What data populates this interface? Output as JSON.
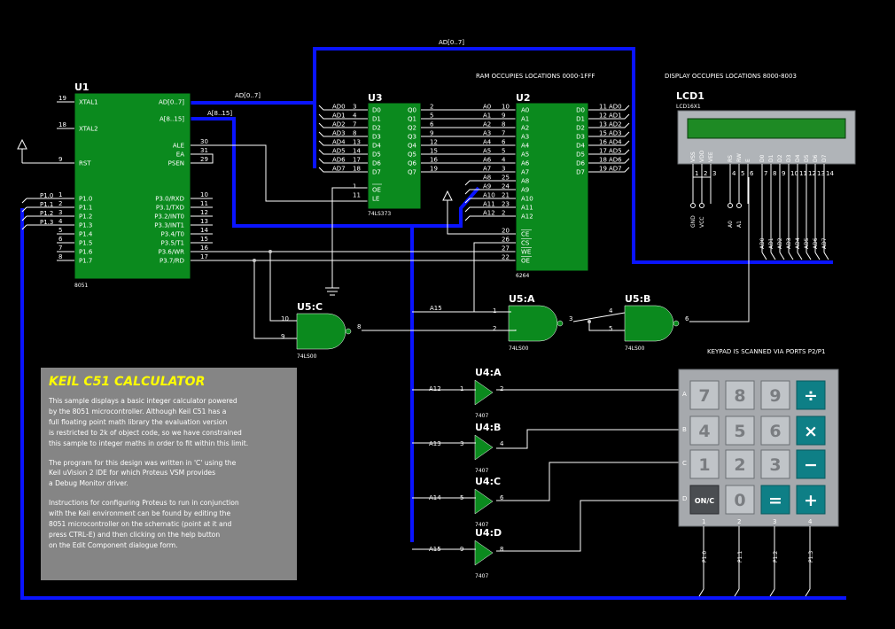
{
  "colors": {
    "background": "#000000",
    "chip": "#0b8a1e",
    "bus": "#0a14ff",
    "panel": "#858585",
    "title": "#ffff00",
    "lcd_screen": "#1e8a24",
    "keypad_bg": "#a6a9ad"
  },
  "notes": {
    "ram": "RAM OCCUPIES  LOCATIONS 0000-1FFF",
    "display": "DISPLAY OCCUPIES  LOCATIONS 8000-8003",
    "keypad": "KEYPAD IS SCANNED VIA PORTS P2/P1"
  },
  "buses": {
    "ad_top": "AD[0..7]",
    "ad_u1": "AD[0..7]",
    "a_u1": "A[8..15]"
  },
  "u1": {
    "ref": "U1",
    "part": "8051",
    "left_pins": [
      "XTAL1",
      "XTAL2",
      "RST",
      "P1.0",
      "P1.1",
      "P1.2",
      "P1.3",
      "P1.4",
      "P1.5",
      "P1.6",
      "P1.7"
    ],
    "left_nums": [
      "19",
      "18",
      "9",
      "1",
      "2",
      "3",
      "4",
      "5",
      "6",
      "7",
      "8"
    ],
    "right_pins": [
      "AD[0..7]",
      "A[8..15]",
      "ALE",
      "EA",
      "PSEN",
      "P3.0/RXD",
      "P3.1/TXD",
      "P3.2/INT0",
      "P3.3/INT1",
      "P3.4/T0",
      "P3.5/T1",
      "P3.6/WR",
      "P3.7/RD"
    ],
    "right_nums": [
      "30",
      "31",
      "29",
      "10",
      "11",
      "12",
      "13",
      "14",
      "15",
      "16",
      "17"
    ],
    "port_labels": [
      "P1.0",
      "P1.1",
      "P1.2",
      "P1.3"
    ]
  },
  "u3": {
    "ref": "U3",
    "part": "74LS373",
    "in_pins": [
      "D0",
      "D1",
      "D2",
      "D3",
      "D4",
      "D5",
      "D6",
      "D7"
    ],
    "in_nums": [
      "3",
      "4",
      "7",
      "8",
      "13",
      "14",
      "17",
      "18"
    ],
    "out_pins": [
      "Q0",
      "Q1",
      "Q2",
      "Q3",
      "Q4",
      "Q5",
      "Q6",
      "Q7"
    ],
    "out_nums": [
      "2",
      "5",
      "6",
      "9",
      "12",
      "15",
      "16",
      "19"
    ],
    "ctrl_pins": [
      "OE",
      "LE"
    ],
    "ctrl_nums": [
      "1",
      "11"
    ],
    "nets": [
      "AD0",
      "AD1",
      "AD2",
      "AD3",
      "AD4",
      "AD5",
      "AD6",
      "AD7"
    ]
  },
  "u2": {
    "ref": "U2",
    "part": "6264",
    "a_pins": [
      "A0",
      "A1",
      "A2",
      "A3",
      "A4",
      "A5",
      "A6",
      "A7",
      "A8",
      "A9",
      "A10",
      "A11",
      "A12"
    ],
    "a_nums": [
      "10",
      "9",
      "8",
      "7",
      "6",
      "5",
      "4",
      "3",
      "25",
      "24",
      "21",
      "23",
      "2"
    ],
    "a_nets": [
      "A0",
      "A1",
      "A2",
      "A3",
      "A4",
      "A5",
      "A6",
      "A7",
      "A8",
      "A9",
      "A10",
      "A11",
      "A12"
    ],
    "ctrl_pins": [
      "CE",
      "CS",
      "WE",
      "OE"
    ],
    "ctrl_nums": [
      "20",
      "26",
      "27",
      "22"
    ],
    "d_pins": [
      "D0",
      "D1",
      "D2",
      "D3",
      "D4",
      "D5",
      "D6",
      "D7"
    ],
    "d_nums": [
      "11",
      "12",
      "13",
      "15",
      "16",
      "17",
      "18",
      "19"
    ],
    "d_nets": [
      "AD0",
      "AD1",
      "AD2",
      "AD3",
      "AD4",
      "AD5",
      "AD6",
      "AD7"
    ]
  },
  "lcd": {
    "ref": "LCD1",
    "part": "LCD16X1",
    "pins": [
      "VSS",
      "VDD",
      "VEE",
      "RS",
      "RW",
      "E",
      "D0",
      "D1",
      "D2",
      "D3",
      "D4",
      "D5",
      "D6",
      "D7"
    ],
    "nums": [
      "1",
      "2",
      "3",
      "4",
      "5",
      "6",
      "7",
      "8",
      "9",
      "10",
      "11",
      "12",
      "13",
      "14"
    ],
    "low_nets": [
      "GND",
      "VCC",
      "A0",
      "A1"
    ],
    "data_nets": [
      "AD0",
      "AD1",
      "AD2",
      "AD3",
      "AD4",
      "AD5",
      "AD6",
      "AD7"
    ]
  },
  "gates": {
    "u5c": {
      "ref": "U5:C",
      "part": "74LS00",
      "in1": "10",
      "in2": "9",
      "out": "8"
    },
    "u5a": {
      "ref": "U5:A",
      "part": "74LS00",
      "in1": "1",
      "in2": "2",
      "out": "3"
    },
    "u5b": {
      "ref": "U5:B",
      "part": "74LS00",
      "in1": "4",
      "in2": "5",
      "out": "6"
    },
    "u4a": {
      "ref": "U4:A",
      "part": "7407",
      "in": "1",
      "out": "2",
      "net": "A12"
    },
    "u4b": {
      "ref": "U4:B",
      "part": "7407",
      "in": "3",
      "out": "4",
      "net": "A13"
    },
    "u4c": {
      "ref": "U4:C",
      "part": "7407",
      "in": "5",
      "out": "6",
      "net": "A14"
    },
    "u4d": {
      "ref": "U4:D",
      "part": "7407",
      "in": "9",
      "out": "8",
      "net": "A15"
    },
    "a15_net": "A15"
  },
  "keypad": {
    "rows": [
      {
        "label": "A",
        "keys": [
          "7",
          "8",
          "9",
          "÷"
        ]
      },
      {
        "label": "B",
        "keys": [
          "4",
          "5",
          "6",
          "×"
        ]
      },
      {
        "label": "C",
        "keys": [
          "1",
          "2",
          "3",
          "−"
        ]
      },
      {
        "label": "D",
        "keys": [
          "ON/C",
          "0",
          "=",
          "+"
        ]
      }
    ],
    "col_nums": [
      "1",
      "2",
      "3",
      "4"
    ],
    "col_nets": [
      "P1.0",
      "P1.1",
      "P1.2",
      "P1.3"
    ]
  },
  "description": {
    "title": "KEIL C51 CALCULATOR",
    "paragraphs": [
      "This sample displays a basic integer calculator powered\nby the 8051 microcontroller. Although Keil C51 has a\nfull floating point math library the evaluation version\nis restricted to 2k of object code, so we have constrained\nthis sample to integer maths in order to fit within this limit.",
      "The program for this design was written in 'C' using the\nKeil uVision 2 IDE for which Proteus VSM provides\na Debug Monitor driver.",
      "Instructions for configuring Proteus to run in conjunction\nwith the Keil environment can be found by editing the\n8051 microcontroller on the schematic (point at it and\npress CTRL-E) and then clicking on the  help button\non the Edit Component dialogue form."
    ]
  }
}
